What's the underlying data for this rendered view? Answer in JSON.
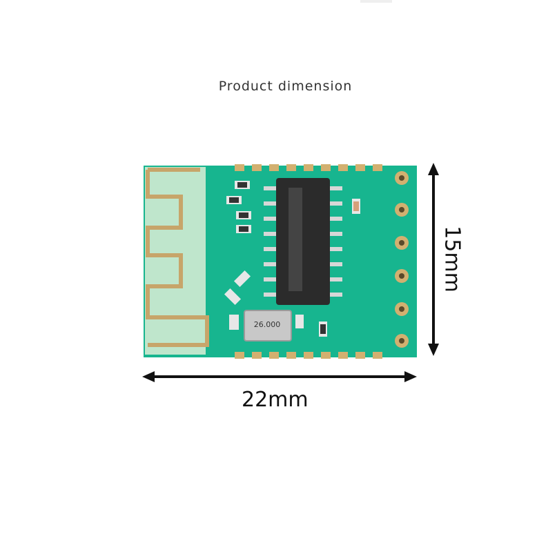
{
  "title": "Product dimension",
  "width_label": "22mm",
  "height_label": "15mm",
  "crystal_label": "26.000",
  "colors": {
    "pcb_green": "#17b58f",
    "pcb_edge": "#0f9e7b",
    "antenna": "#c9e8d2",
    "pad_gold": "#d2b070",
    "chip": "#2b2b2b"
  },
  "icons": {
    "width_arrow": "double-arrow-horizontal-icon",
    "height_arrow": "double-arrow-vertical-icon"
  }
}
